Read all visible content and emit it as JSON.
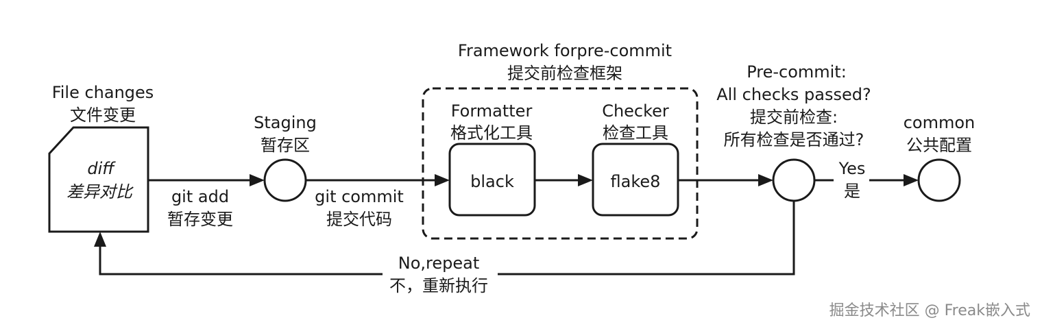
{
  "diagram": {
    "file_changes": {
      "title_en": "File changes",
      "title_zh": "文件变更",
      "doc_en": "diff",
      "doc_zh": "差异对比"
    },
    "git_add": {
      "en": "git add",
      "zh": "暂存变更"
    },
    "staging": {
      "en": "Staging",
      "zh": "暂存区"
    },
    "git_commit": {
      "en": "git commit",
      "zh": "提交代码"
    },
    "framework": {
      "en": "Framework forpre-commit",
      "zh": "提交前检查框架"
    },
    "formatter": {
      "title_en": "Formatter",
      "title_zh": "格式化工具",
      "tool": "black"
    },
    "checker": {
      "title_en": "Checker",
      "title_zh": "检查工具",
      "tool": "flake8"
    },
    "decision": {
      "line1": "Pre-commit:",
      "line2": "All checks passed?",
      "line3": "提交前检查:",
      "line4": "所有检查是否通过?"
    },
    "yes": {
      "en": "Yes",
      "zh": "是"
    },
    "common": {
      "en": "common",
      "zh": "公共配置"
    },
    "no_repeat": {
      "en": "No,repeat",
      "zh": "不，重新执行"
    }
  },
  "watermark": "掘金技术社区 @ Freak嵌入式"
}
